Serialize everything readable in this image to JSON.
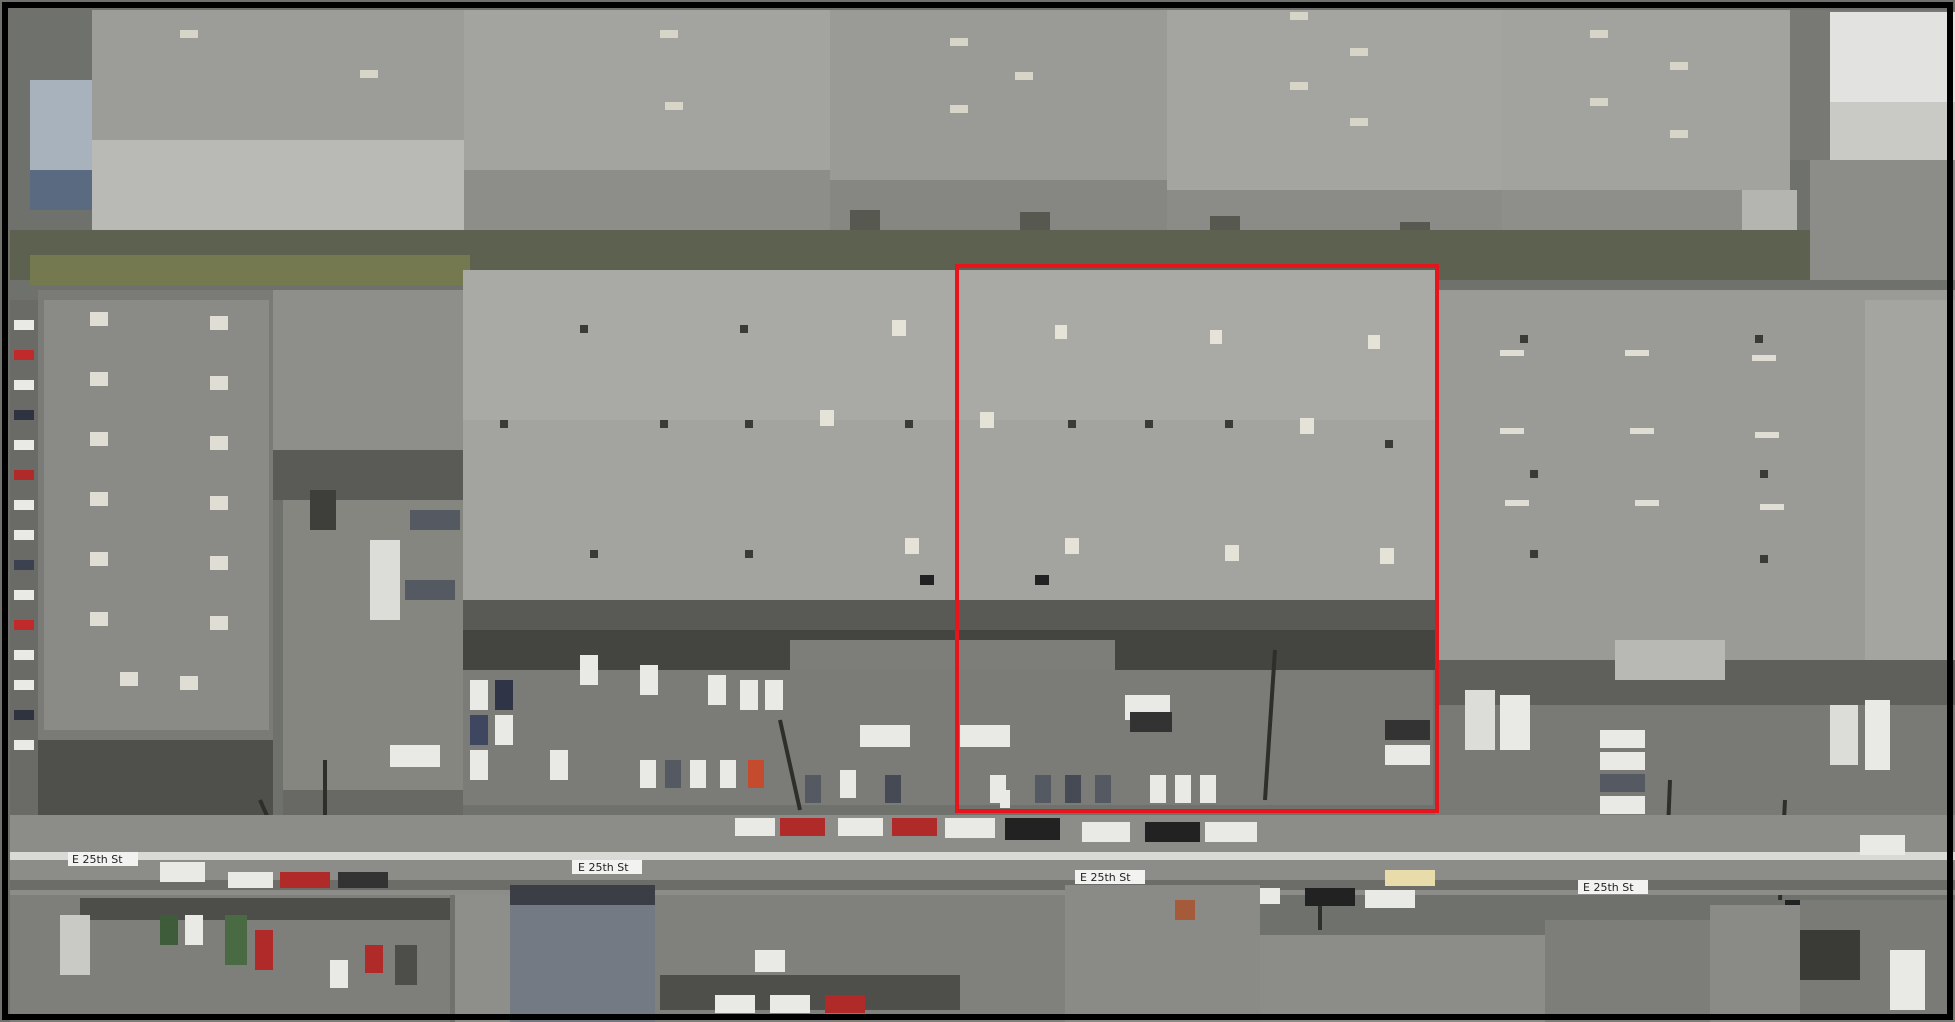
{
  "map": {
    "view": "oblique aerial",
    "colors": {
      "frame": "#000000",
      "highlight": "#e8141c",
      "roof_light": "#a9aaa6",
      "roof_mid": "#979894",
      "roof_dark": "#6f716d",
      "pavement": "#777873",
      "street": "#8f908c",
      "street_center": "#d9d9d6",
      "vegetation": "#69704f"
    },
    "streets": [
      {
        "label": "E 25th St"
      },
      {
        "label": "E 25th St"
      },
      {
        "label": "E 25th St"
      },
      {
        "label": "E 25th St"
      }
    ],
    "highlight": {
      "shape": "rectangle",
      "color": "#e8141c",
      "meaning": "selected building"
    }
  }
}
